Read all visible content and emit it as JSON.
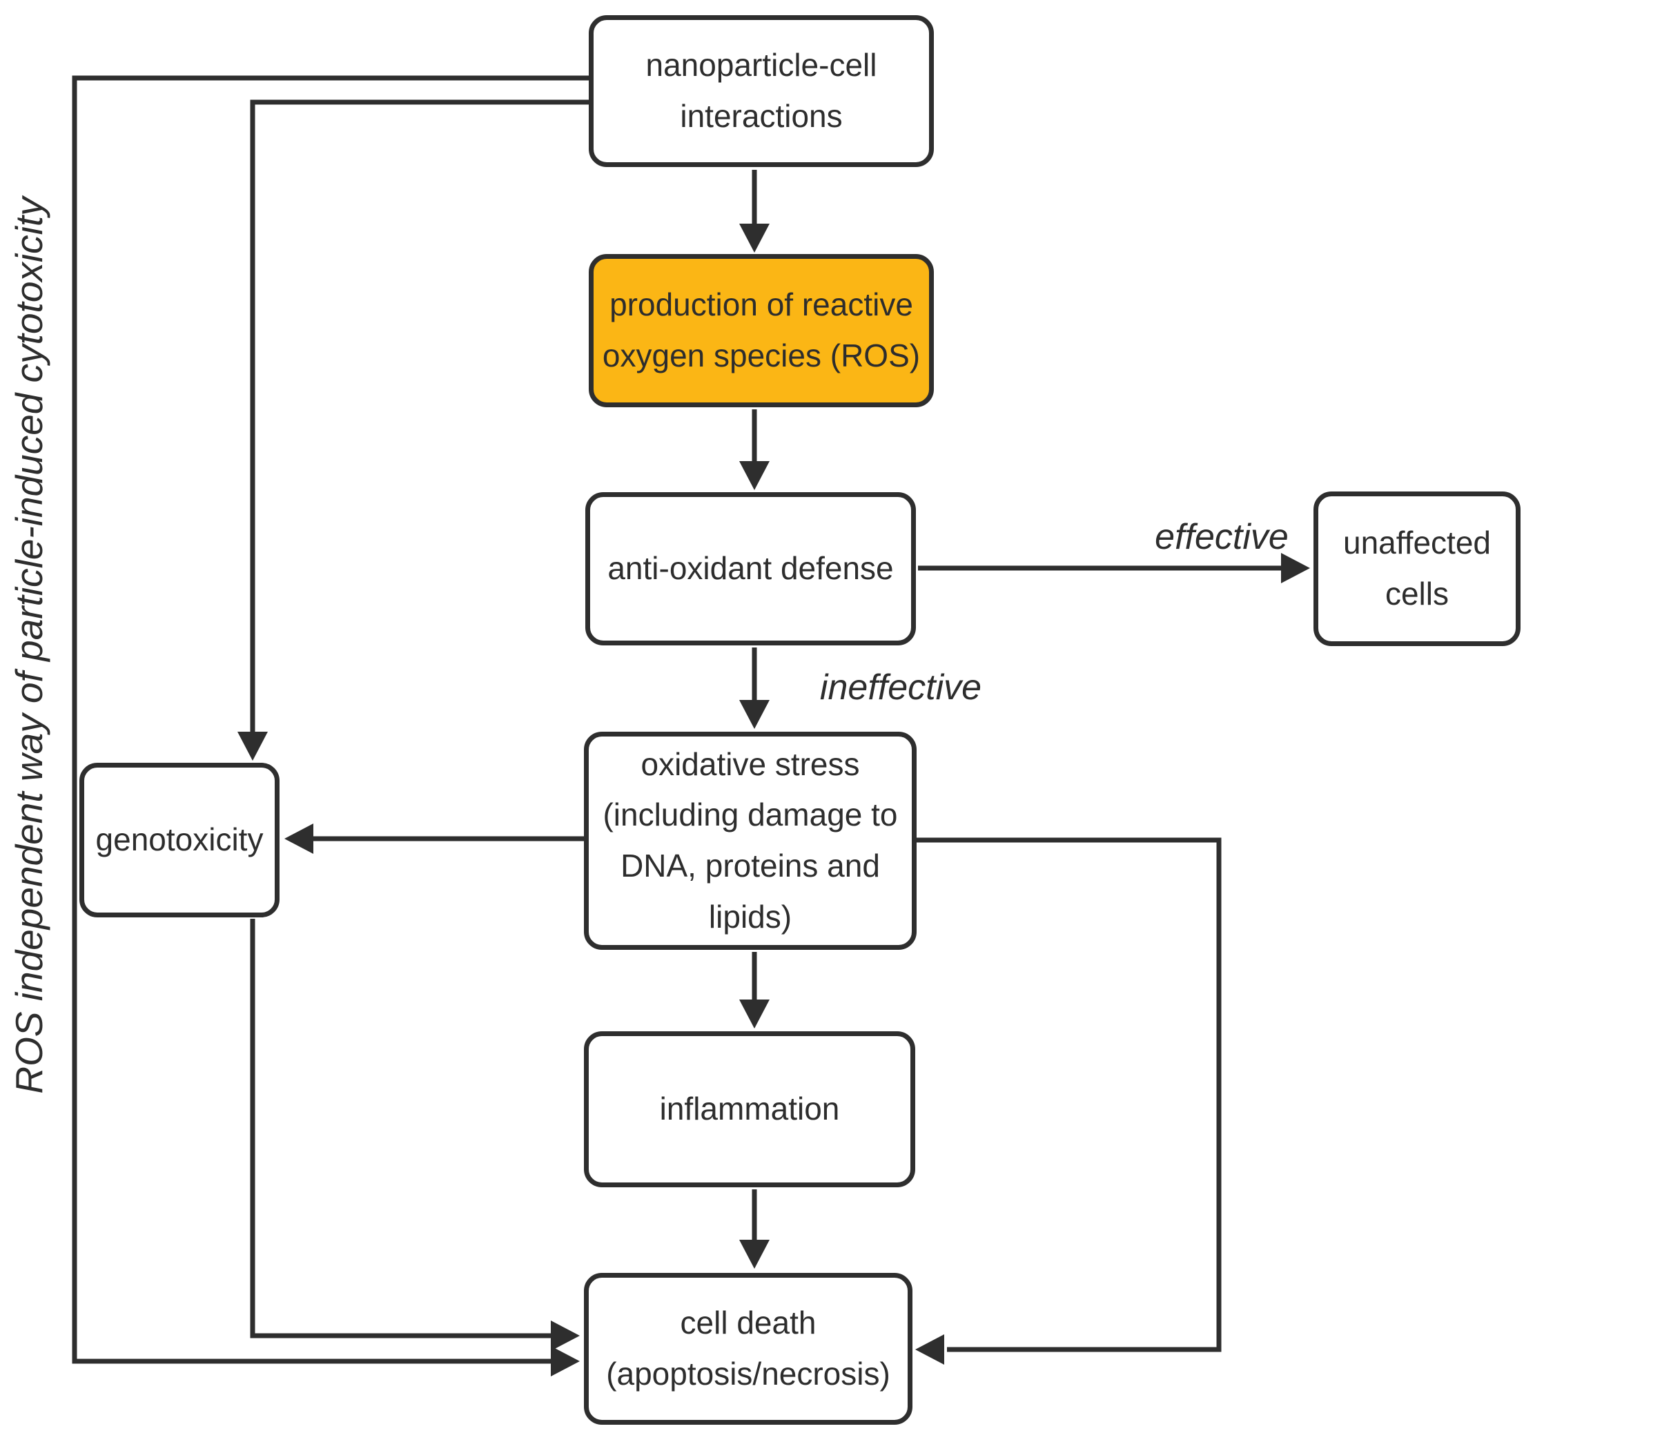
{
  "figure": {
    "type": "flowchart",
    "colors": {
      "background": "#ffffff",
      "stroke": "#2e2e2e",
      "text": "#2d2d2d",
      "highlight_fill": "#fbb615",
      "node_fill": "#ffffff"
    },
    "nodes": {
      "nanoparticle_cell_interactions": {
        "label": "nanoparticle-cell\ninteractions",
        "highlighted": false
      },
      "ros_production": {
        "label": "production of reactive\noxygen species (ROS)",
        "highlighted": true
      },
      "antioxidant_defense": {
        "label": "anti-oxidant defense",
        "highlighted": false
      },
      "unaffected_cells": {
        "label": "unaffected\ncells",
        "highlighted": false
      },
      "oxidative_stress": {
        "label": "oxidative stress\n(including damage to\nDNA, proteins and lipids)",
        "highlighted": false
      },
      "genotoxicity": {
        "label": "genotoxicity",
        "highlighted": false
      },
      "inflammation": {
        "label": "inflammation",
        "highlighted": false
      },
      "cell_death": {
        "label": "cell death\n(apoptosis/necrosis)",
        "highlighted": false
      }
    },
    "edge_labels": {
      "effective": "effective",
      "ineffective": "ineffective"
    },
    "side_label": "ROS independent way of particle-induced cytotoxicity"
  }
}
